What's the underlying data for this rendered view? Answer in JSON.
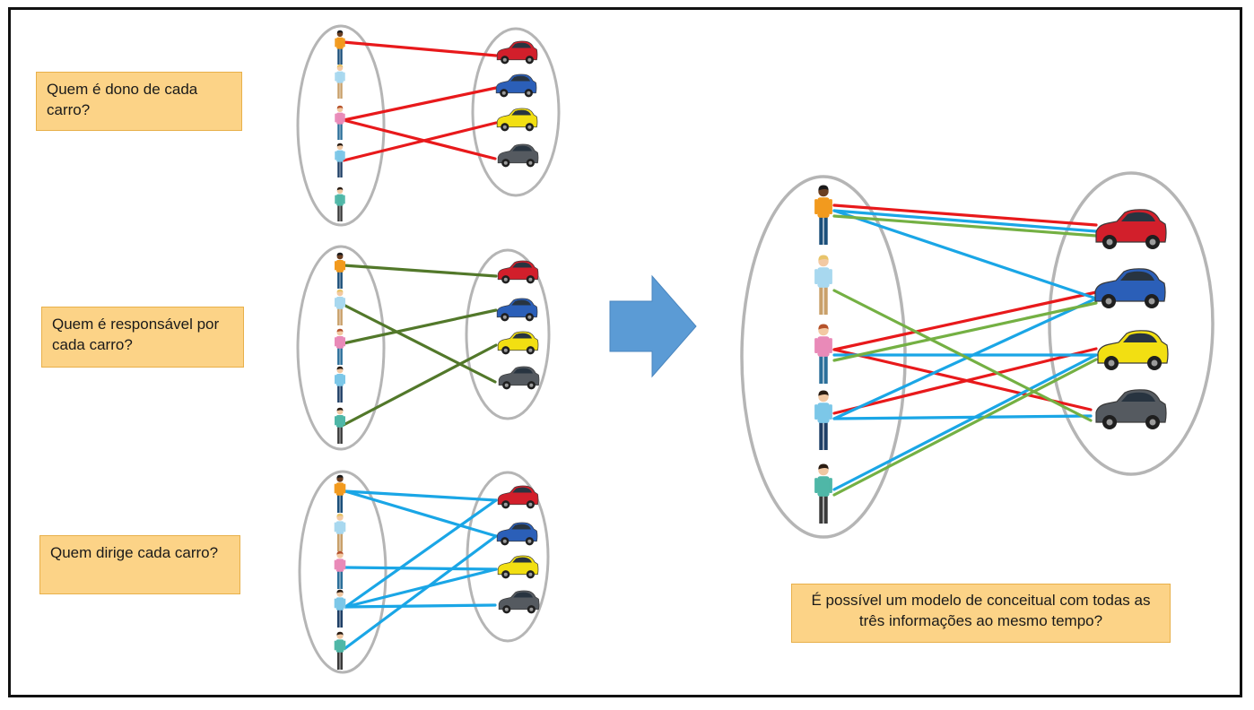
{
  "questions": {
    "owner": "Quem é dono de cada carro?",
    "responsible": "Quem é responsável por cada carro?",
    "driver": "Quem dirige cada carro?"
  },
  "conclusion": "É possível um modelo de conceitual com todas as três informações ao mesmo tempo?",
  "colors": {
    "owner_line": "#e8191b",
    "responsible_line": "#52782a",
    "driver_line": "#1aa6e6",
    "combined_responsible_line": "#74b043",
    "arrow": "#5b9bd5",
    "ellipse": "#b5b5b5",
    "box_fill": "#fcd387"
  },
  "people": [
    {
      "name": "person-orange-shirt",
      "shirt": "#f29a1e",
      "pants": "#1b4f7a",
      "skin": "#6b3f22",
      "hair": "#1a1a1a"
    },
    {
      "name": "person-blonde",
      "shirt": "#a8d8ef",
      "pants": "#c9a06a",
      "skin": "#f3c9a3",
      "hair": "#e8c46b"
    },
    {
      "name": "person-pink-shirt",
      "shirt": "#e98ab8",
      "pants": "#2b6f9a",
      "skin": "#f3c9a3",
      "hair": "#b5522a"
    },
    {
      "name": "person-bearded",
      "shirt": "#7cc7e8",
      "pants": "#1f3f66",
      "skin": "#f0c7a2",
      "hair": "#2a1c12"
    },
    {
      "name": "person-teal-shirt",
      "shirt": "#4fb7a7",
      "pants": "#3a3a3a",
      "skin": "#f0c7a2",
      "hair": "#2a1c12"
    }
  ],
  "cars": [
    {
      "name": "red-car",
      "color": "#d21f2b"
    },
    {
      "name": "blue-car",
      "color": "#2b5fb8"
    },
    {
      "name": "yellow-car",
      "color": "#f2df12"
    },
    {
      "name": "dark-car",
      "color": "#555a60"
    }
  ],
  "relations": {
    "owner": [
      [
        0,
        0
      ],
      [
        2,
        1
      ],
      [
        2,
        3
      ],
      [
        3,
        2
      ]
    ],
    "responsible": [
      [
        0,
        0
      ],
      [
        1,
        3
      ],
      [
        2,
        1
      ],
      [
        4,
        2
      ]
    ],
    "driver": [
      [
        0,
        0
      ],
      [
        0,
        1
      ],
      [
        2,
        2
      ],
      [
        3,
        0
      ],
      [
        3,
        2
      ],
      [
        3,
        3
      ],
      [
        4,
        1
      ]
    ],
    "combined": {
      "owner": [
        [
          0,
          0
        ],
        [
          2,
          1
        ],
        [
          2,
          3
        ],
        [
          3,
          2
        ]
      ],
      "driver": [
        [
          0,
          0
        ],
        [
          0,
          1
        ],
        [
          2,
          2
        ],
        [
          3,
          3
        ],
        [
          3,
          1
        ],
        [
          4,
          2
        ]
      ],
      "responsible": [
        [
          0,
          0
        ],
        [
          2,
          1
        ],
        [
          1,
          3
        ],
        [
          4,
          2
        ]
      ]
    }
  }
}
